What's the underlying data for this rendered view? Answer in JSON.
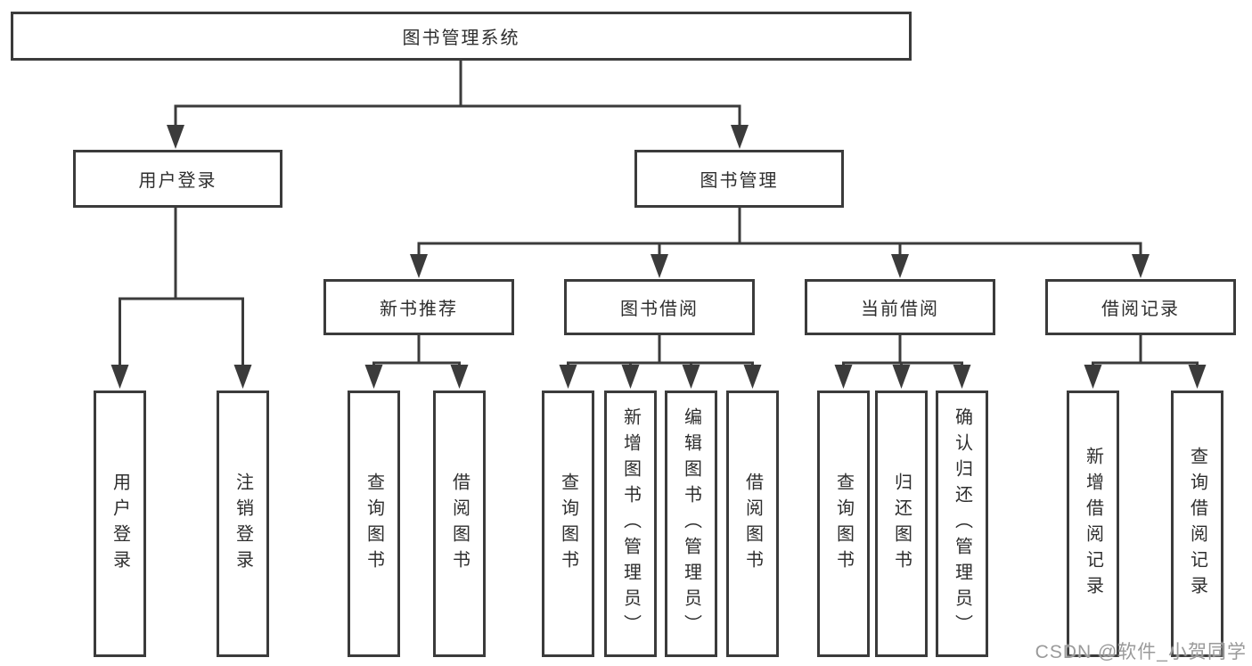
{
  "diagram": {
    "root": {
      "label": "图书管理系统"
    },
    "level2": [
      {
        "label": "用户登录"
      },
      {
        "label": "图书管理"
      }
    ],
    "level3": [
      {
        "label": "新书推荐"
      },
      {
        "label": "图书借阅"
      },
      {
        "label": "当前借阅"
      },
      {
        "label": "借阅记录"
      }
    ],
    "leaves": [
      {
        "label": "用户登录"
      },
      {
        "label": "注销登录"
      },
      {
        "label": "查询图书"
      },
      {
        "label": "借阅图书"
      },
      {
        "label": "查询图书"
      },
      {
        "label": "新增图书（管理员）"
      },
      {
        "label": "编辑图书（管理员）"
      },
      {
        "label": "借阅图书"
      },
      {
        "label": "查询图书"
      },
      {
        "label": "归还图书"
      },
      {
        "label": "确认归还（管理员）"
      },
      {
        "label": "新增借阅记录"
      },
      {
        "label": "查询借阅记录"
      }
    ]
  },
  "watermark": {
    "text": "CSDN @软件_小贺同学"
  },
  "colors": {
    "line": "#3b3b3b",
    "text": "#2e2e2e",
    "box_bg": "#ffffff",
    "page_bg": "#ffffff",
    "watermark_gray": "#9a9a9a"
  }
}
